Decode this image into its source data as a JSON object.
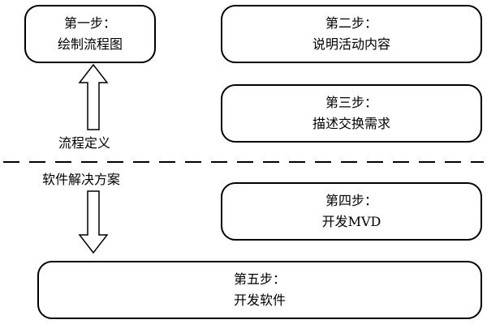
{
  "steps": [
    {
      "title": "第一步：",
      "text": "绘制流程图"
    },
    {
      "title": "第二步：",
      "text": "说明活动内容"
    },
    {
      "title": "第三步：",
      "text": "描述交换需求"
    },
    {
      "title": "第四步：",
      "text": "开发MVD"
    },
    {
      "title": "第五步：",
      "text": "开发软件"
    }
  ],
  "labels": {
    "process_definition": "流程定义",
    "software_solution": "软件解决方案"
  }
}
